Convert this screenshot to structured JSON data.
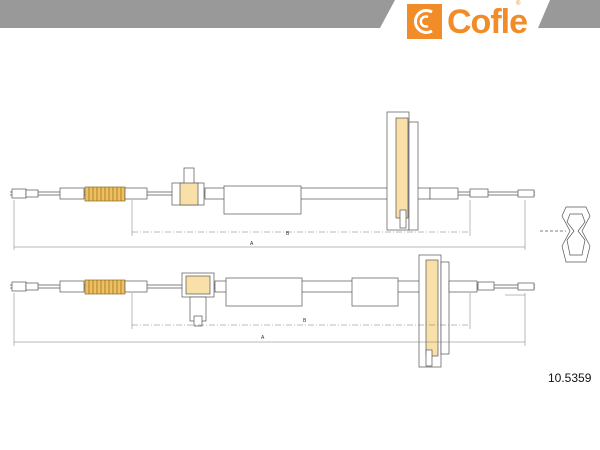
{
  "brand": {
    "name": "Cofle",
    "registered_mark": "®",
    "accent_color": "#f28c28",
    "banner_color": "#999999",
    "line_color": "#555555",
    "part_color": "#f0c060"
  },
  "part_number": "10.5359",
  "dimension_labels": {
    "upper_overall": "A",
    "upper_sheath": "B",
    "lower_overall": "A",
    "lower_sheath": "B"
  },
  "icons": {
    "logo": "cofle-logo-icon",
    "cable_upper": "handbrake-cable-icon",
    "cable_lower": "handbrake-cable-icon",
    "clip_detail": "cable-clip-detail-icon"
  }
}
